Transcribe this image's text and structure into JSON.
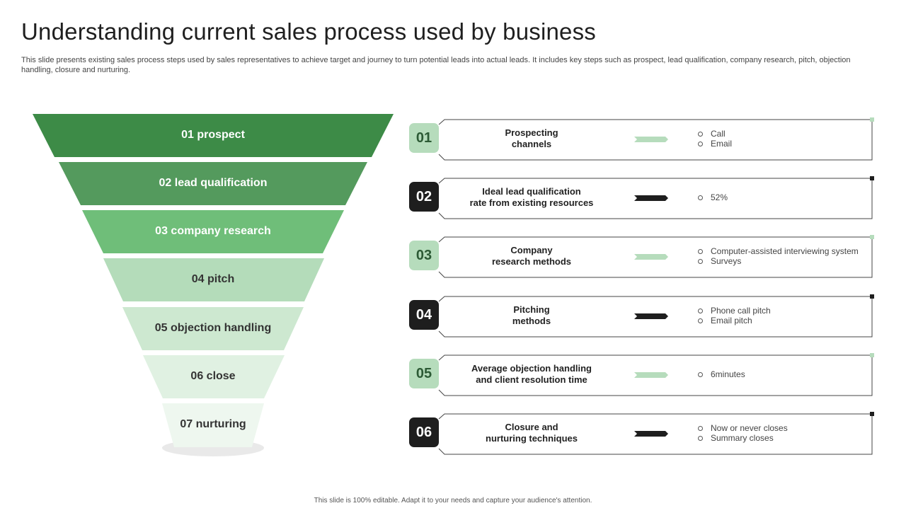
{
  "title": "Understanding current sales process used by business",
  "subtitle": "This slide presents existing sales process steps used by sales representatives to achieve target and journey to turn potential leads into actual leads. It includes key steps such as prospect, lead qualification, company research, pitch, objection handling, closure and nurturing.",
  "funnel": {
    "stages": [
      {
        "label": "01 prospect",
        "color": "#3d8b47",
        "text_color": "#ffffff"
      },
      {
        "label": "02 lead qualification",
        "color": "#549a5d",
        "text_color": "#ffffff"
      },
      {
        "label": "03 company research",
        "color": "#6fbe79",
        "text_color": "#ffffff"
      },
      {
        "label": "04 pitch",
        "color": "#b4dcba",
        "text_color": "#333333"
      },
      {
        "label": "05 objection handling",
        "color": "#cde8d0",
        "text_color": "#333333"
      },
      {
        "label": "06 close",
        "color": "#e0f1e2",
        "text_color": "#333333"
      },
      {
        "label": "07 nurturing",
        "color": "#eef7ef",
        "text_color": "#333333"
      }
    ]
  },
  "steps": [
    {
      "number": "01",
      "style": "light",
      "title": [
        "Prospecting",
        "channels"
      ],
      "bullets": [
        "Call",
        "Email"
      ]
    },
    {
      "number": "02",
      "style": "dark",
      "title": [
        "Ideal lead qualification",
        "rate from existing resources"
      ],
      "bullets": [
        "52%"
      ]
    },
    {
      "number": "03",
      "style": "light",
      "title": [
        "Company",
        "research methods"
      ],
      "bullets": [
        "Computer-assisted interviewing system",
        "Surveys"
      ]
    },
    {
      "number": "04",
      "style": "dark",
      "title": [
        "Pitching",
        "methods"
      ],
      "bullets": [
        "Phone call pitch",
        "Email pitch"
      ]
    },
    {
      "number": "05",
      "style": "light",
      "title": [
        "Average objection handling",
        "and client resolution time"
      ],
      "bullets": [
        "6minutes"
      ]
    },
    {
      "number": "06",
      "style": "dark",
      "title": [
        "Closure and",
        "nurturing techniques"
      ],
      "bullets": [
        "Now or never closes",
        "Summary closes"
      ]
    }
  ],
  "colors": {
    "accent_light": "#b6dcbc",
    "accent_dark": "#1e1e1e"
  },
  "footer": "This slide is 100% editable.  Adapt it to your needs and capture your audience's attention."
}
